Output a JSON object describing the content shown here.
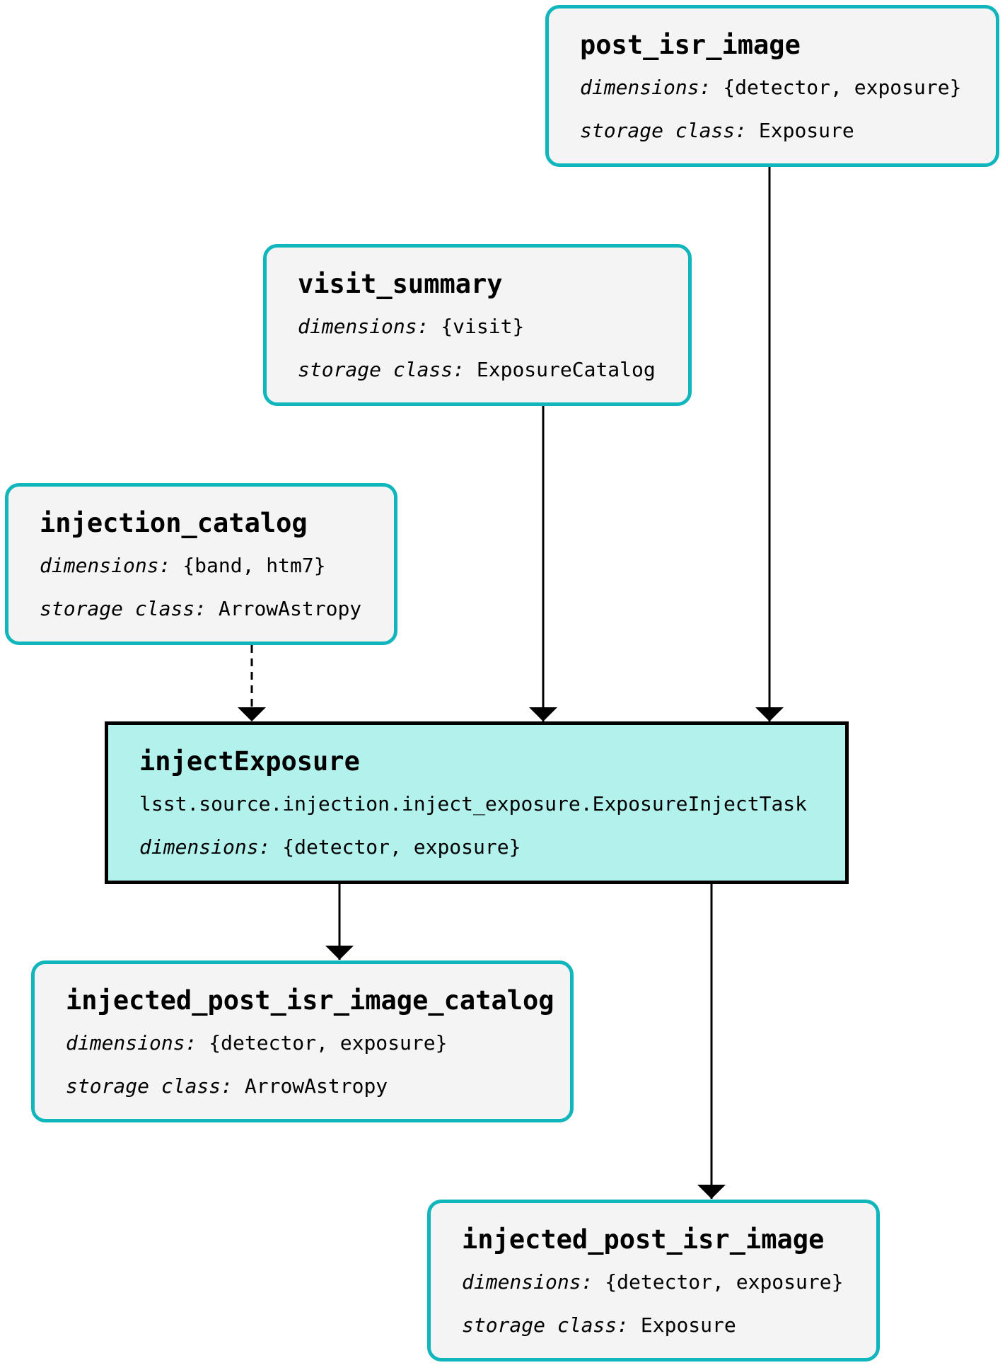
{
  "colors": {
    "dataset_border": "#10b6bc",
    "dataset_fill": "#f4f4f4",
    "task_border": "#000000",
    "task_fill": "#b2f1ec",
    "edge": "#000000"
  },
  "dimensions_label": "dimensions:",
  "storage_class_label": "storage class:",
  "nodes": {
    "post_isr_image": {
      "name": "post_isr_image",
      "dimensions": "{detector, exposure}",
      "storage_class": "Exposure"
    },
    "visit_summary": {
      "name": "visit_summary",
      "dimensions": "{visit}",
      "storage_class": "ExposureCatalog"
    },
    "injection_catalog": {
      "name": "injection_catalog",
      "dimensions": "{band, htm7}",
      "storage_class": "ArrowAstropy"
    },
    "injectExposure": {
      "name": "injectExposure",
      "task_class": "lsst.source.injection.inject_exposure.ExposureInjectTask",
      "dimensions": "{detector, exposure}"
    },
    "injected_post_isr_image_catalog": {
      "name": "injected_post_isr_image_catalog",
      "dimensions": "{detector, exposure}",
      "storage_class": "ArrowAstropy"
    },
    "injected_post_isr_image": {
      "name": "injected_post_isr_image",
      "dimensions": "{detector, exposure}",
      "storage_class": "Exposure"
    }
  },
  "edges": [
    {
      "from": "post_isr_image",
      "to": "injectExposure",
      "style": "solid"
    },
    {
      "from": "visit_summary",
      "to": "injectExposure",
      "style": "solid"
    },
    {
      "from": "injection_catalog",
      "to": "injectExposure",
      "style": "dashed"
    },
    {
      "from": "injectExposure",
      "to": "injected_post_isr_image_catalog",
      "style": "solid"
    },
    {
      "from": "injectExposure",
      "to": "injected_post_isr_image",
      "style": "solid"
    }
  ]
}
